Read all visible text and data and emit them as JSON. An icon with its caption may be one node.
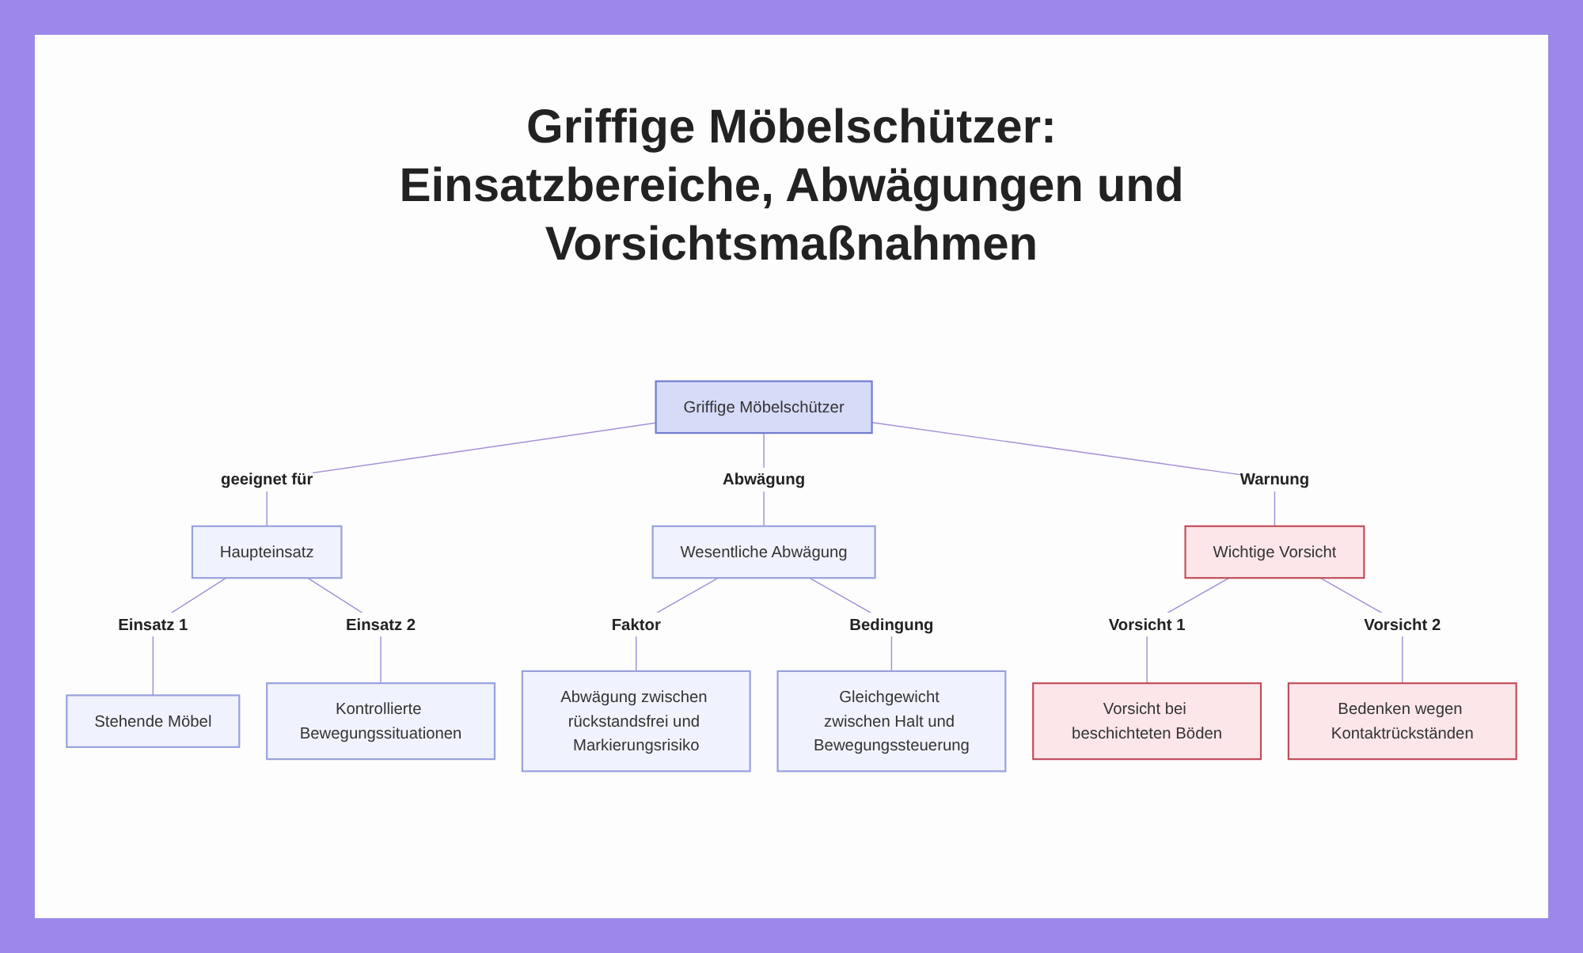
{
  "diagram": {
    "title": "Griffige Möbelschützer: Einsatzbereiche, Abwägungen und Vorsichtsmaßnahmen",
    "nodes": [
      {
        "text": [
          "Griffige Möbelschützer"
        ]
      },
      {
        "text": [
          "Haupteinsatz"
        ]
      },
      {
        "text": [
          "Wesentliche Abwägung"
        ]
      },
      {
        "text": [
          "Wichtige Vorsicht"
        ]
      },
      {
        "text": [
          "Stehende Möbel"
        ]
      },
      {
        "text": [
          "Kontrollierte Bewegungssituationen"
        ]
      },
      {
        "text": [
          "Abwägung zwischen rückstandsfrei und Markierungsrisiko"
        ]
      },
      {
        "text": [
          "Gleichgewicht zwischen Halt und Bewegungssteuerung"
        ]
      },
      {
        "text": [
          "Vorsicht bei beschichteten Böden"
        ]
      },
      {
        "text": [
          "Bedenken wegen Kontaktrückständen"
        ]
      }
    ],
    "edges": [
      {
        "from": 0,
        "to": 1,
        "arrow": "none",
        "label": "geeignet für"
      },
      {
        "from": 0,
        "to": 2,
        "arrow": "none",
        "label": "Abwägung"
      },
      {
        "from": 0,
        "to": 3,
        "arrow": "none",
        "label": "Warnung"
      },
      {
        "from": 1,
        "to": 4,
        "arrow": "none",
        "label": "Einsatz 1"
      },
      {
        "from": 1,
        "to": 5,
        "arrow": "none",
        "label": "Einsatz 2"
      },
      {
        "from": 2,
        "to": 6,
        "arrow": "none",
        "label": "Faktor"
      },
      {
        "from": 2,
        "to": 7,
        "arrow": "none",
        "label": "Bedingung"
      },
      {
        "from": 3,
        "to": 8,
        "arrow": "none",
        "label": "Vorsicht 1"
      },
      {
        "from": 3,
        "to": 9,
        "arrow": "none",
        "label": "Vorsicht 2"
      }
    ]
  }
}
